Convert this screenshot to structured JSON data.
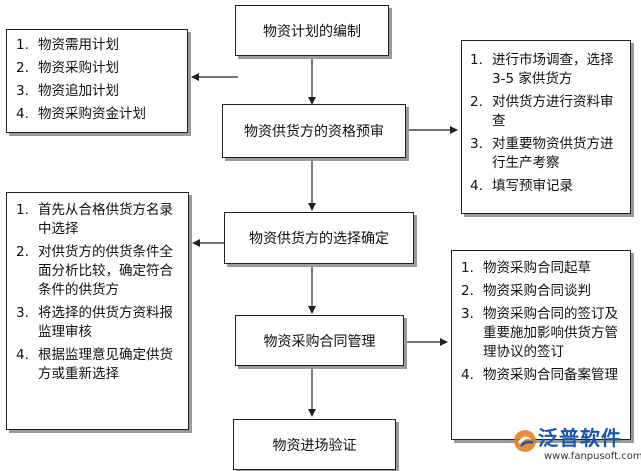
{
  "flow": {
    "step1": "物资计划的编制",
    "step2": "物资供货方的资格预审",
    "step3": "物资供货方的选择确定",
    "step4": "物资采购合同管理",
    "step5": "物资进场验证"
  },
  "left_list_1": [
    {
      "num": "1.",
      "text": "物资需用计划"
    },
    {
      "num": "2.",
      "text": "物资采购计划"
    },
    {
      "num": "3.",
      "text": "物资追加计划"
    },
    {
      "num": "4.",
      "text": "物资采购资金计划"
    }
  ],
  "right_list_1": [
    {
      "num": "1.",
      "text": "进行市场调查，选择 3-5 家供货方"
    },
    {
      "num": "2.",
      "text": "对供货方进行资料审查"
    },
    {
      "num": "3.",
      "text": "对重要物资供货方进行生产考察"
    },
    {
      "num": "4.",
      "text": "填写预审记录"
    }
  ],
  "left_list_2": [
    {
      "num": "1.",
      "text": "首先从合格供货方名录中选择"
    },
    {
      "num": "2.",
      "text": "对供货方的供货条件全面分析比较，确定符合条件的供货方"
    },
    {
      "num": "3.",
      "text": "将选择的供货方资料报监理审核"
    },
    {
      "num": "4.",
      "text": "根据监理意见确定供货方或重新选择"
    }
  ],
  "right_list_2": [
    {
      "num": "1.",
      "text": "物资采购合同起草"
    },
    {
      "num": "2.",
      "text": "物资采购合同谈判"
    },
    {
      "num": "3.",
      "text": "物资采购合同的签订及重要施加影响供货方管理协议的签订"
    },
    {
      "num": "4.",
      "text": "物资采购合同备案管理"
    }
  ],
  "watermark": {
    "brand": "泛普软件",
    "url": "www.fanpusoft.com"
  },
  "colors": {
    "border": "#222222",
    "shadow": "#9a9a9a",
    "brand": "#1a55b0"
  }
}
